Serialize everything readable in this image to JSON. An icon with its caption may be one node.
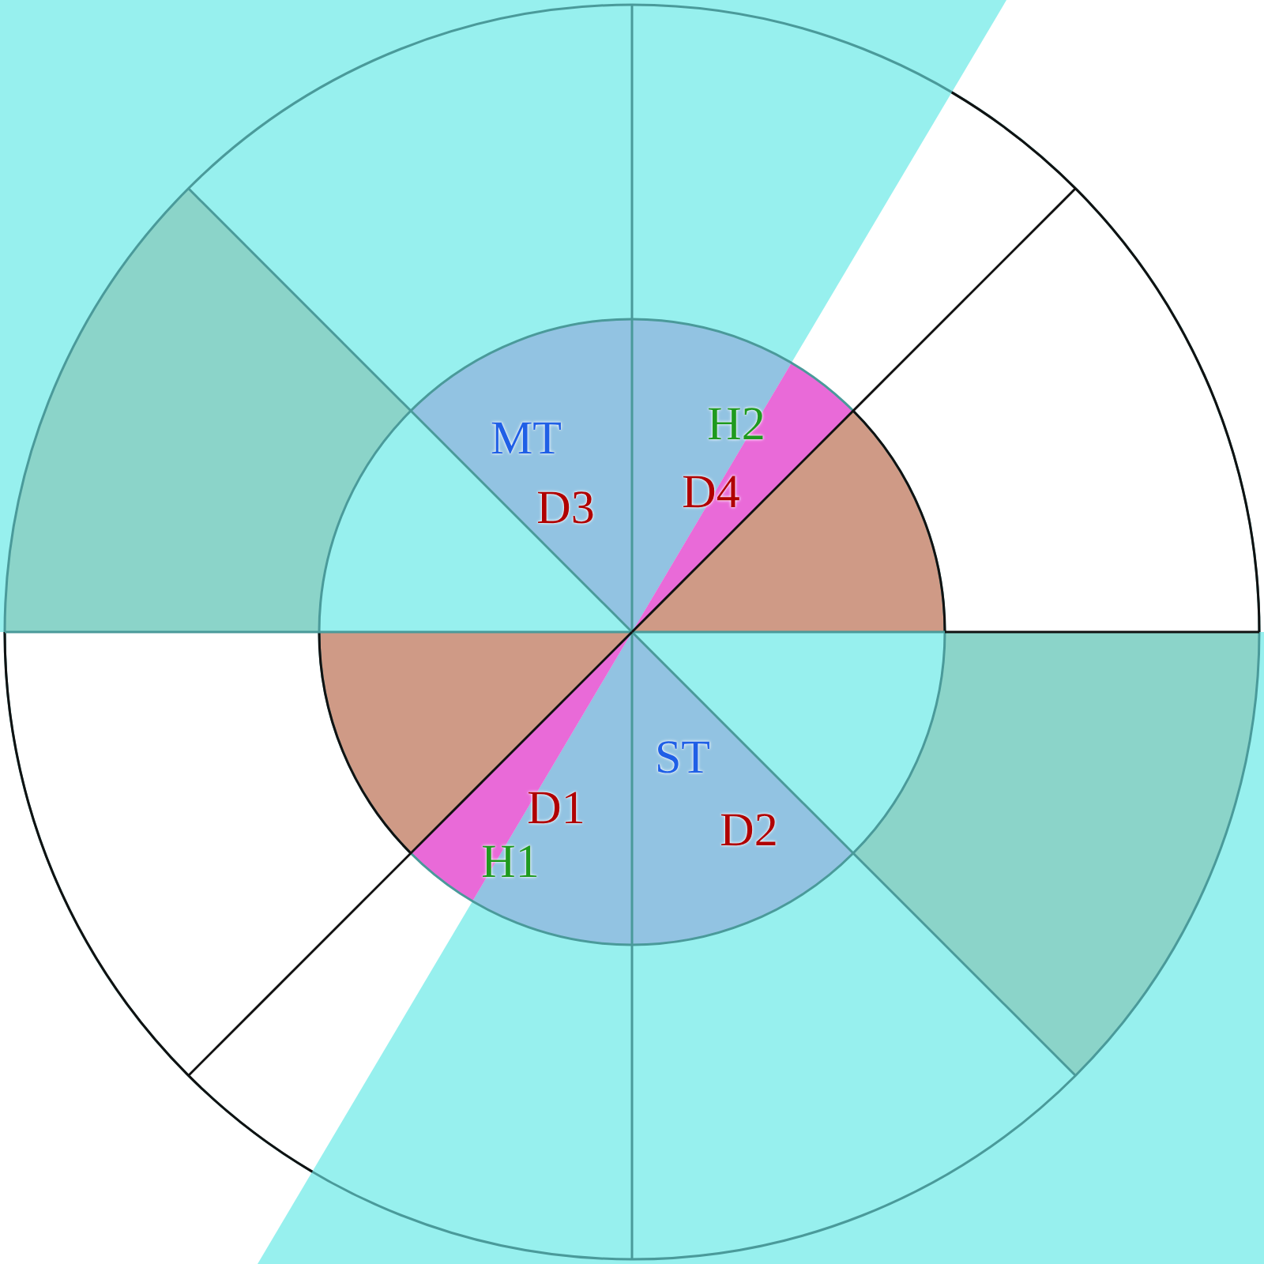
{
  "diagram": {
    "labels": [
      "MT",
      "H2",
      "D3",
      "D4",
      "ST",
      "D1",
      "D2",
      "H1"
    ]
  }
}
